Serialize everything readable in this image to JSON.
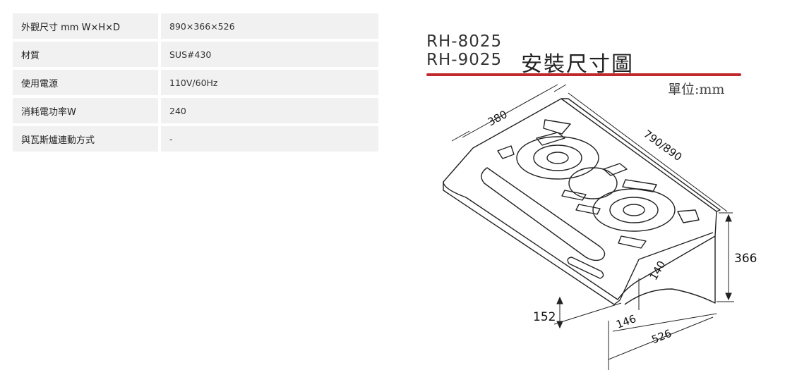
{
  "specs": [
    {
      "label": "外觀尺寸 mm W×H×D",
      "value": "890×366×526"
    },
    {
      "label": "材質",
      "value": "SUS#430"
    },
    {
      "label": "使用電源",
      "value": "110V/60Hz"
    },
    {
      "label": "消耗電功率W",
      "value": "240"
    },
    {
      "label": "與瓦斯爐連動方式",
      "value": "-"
    }
  ],
  "drawing": {
    "model_1": "RH-8025",
    "model_2": "RH-9025",
    "title": "安裝尺寸圖",
    "unit": "單位:mm",
    "accent_color": "#c0282d",
    "dimensions": {
      "depth_top": "380",
      "width": "790/890",
      "height": "366",
      "front_height": "152",
      "angle": "140",
      "lower": "146",
      "depth": "526"
    }
  }
}
